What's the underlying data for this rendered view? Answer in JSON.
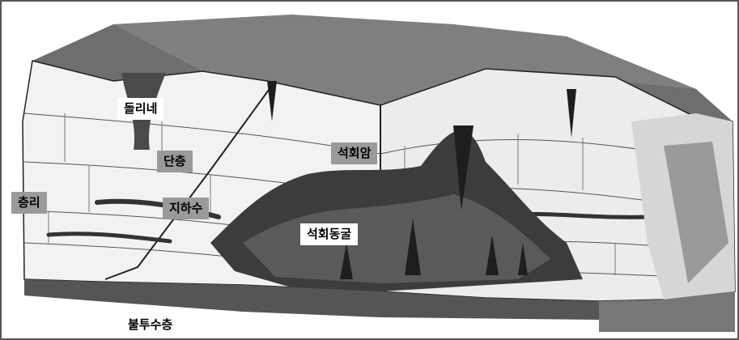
{
  "labels": {
    "doline": "돌리네",
    "fault": "단층",
    "bedding": "층리",
    "groundwater": "지하수",
    "limestone": "석회암",
    "cave": "석회동굴",
    "impermeable_layer": "불투수층"
  },
  "colors": {
    "label_grey": "#9a9a9a",
    "label_white": "#ffffff",
    "ink": "#000000"
  }
}
